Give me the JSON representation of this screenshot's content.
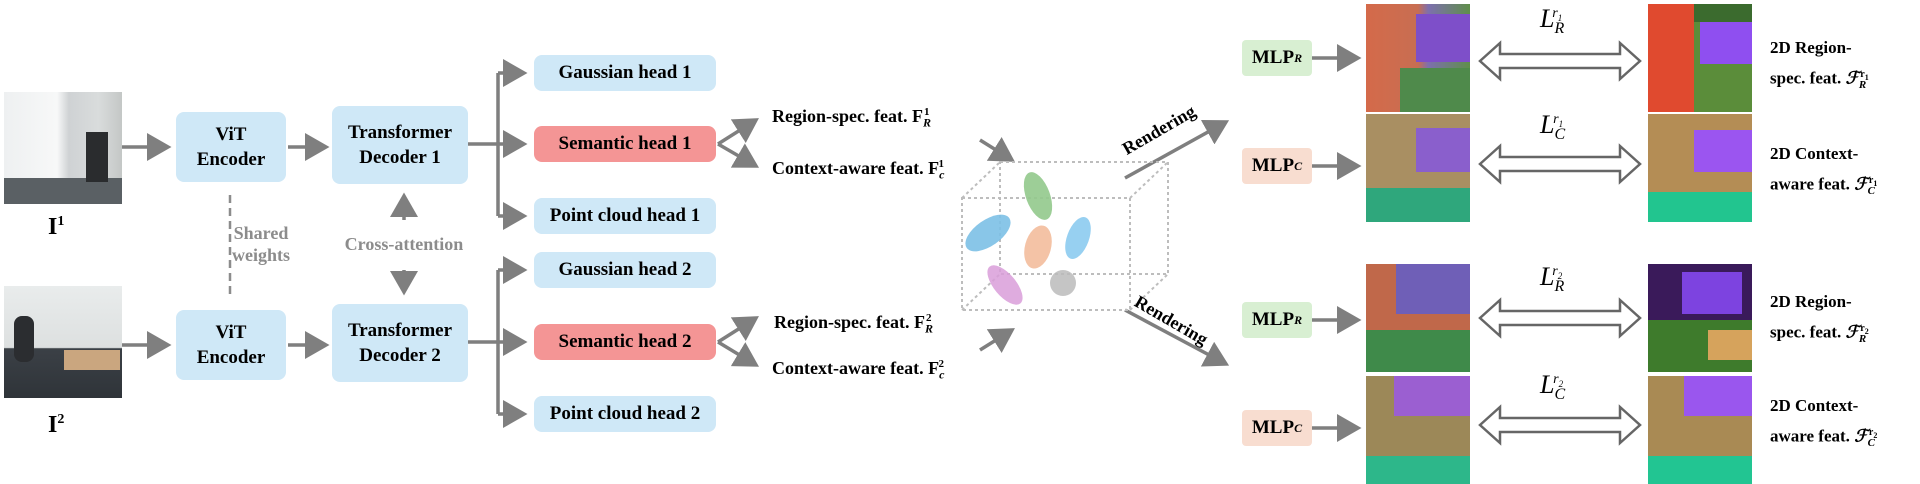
{
  "inputs": {
    "image1_label": "I",
    "image1_sup": "1",
    "image2_label": "I",
    "image2_sup": "2"
  },
  "encoder": {
    "line1": "ViT",
    "line2": "Encoder"
  },
  "shared": {
    "line1": "Shared",
    "line2": "weights"
  },
  "decoders": [
    {
      "line1": "Transformer",
      "line2": "Decoder 1"
    },
    {
      "line1": "Transformer",
      "line2": "Decoder 2"
    }
  ],
  "cross_attention": "Cross-attention",
  "heads": {
    "gaussian1": "Gaussian head 1",
    "semantic1": "Semantic head 1",
    "point1": "Point cloud head 1",
    "gaussian2": "Gaussian head 2",
    "semantic2": "Semantic head 2",
    "point2": "Point cloud head 2"
  },
  "features": {
    "region1": "Region-spec. feat. F",
    "context1": "Context-aware feat. F",
    "region2": "Region-spec. feat. F",
    "context2": "Context-aware feat. F"
  },
  "rendering": "Rendering",
  "mlp": {
    "r": "MLP",
    "r_sub": "R",
    "c": "MLP",
    "c_sub": "C"
  },
  "loss": {
    "symbol": "L"
  },
  "outputs": {
    "region_line1": "2D Region-",
    "region_line2": "spec. feat.",
    "context_line1": "2D Context-",
    "context_line2": "aware feat."
  },
  "colors": {
    "blue_box": "#cfe8f7",
    "red_box": "#f49595",
    "green_box": "#d8efd2",
    "peach_box": "#f8ddd0",
    "arrow": "#7f7f7f"
  }
}
